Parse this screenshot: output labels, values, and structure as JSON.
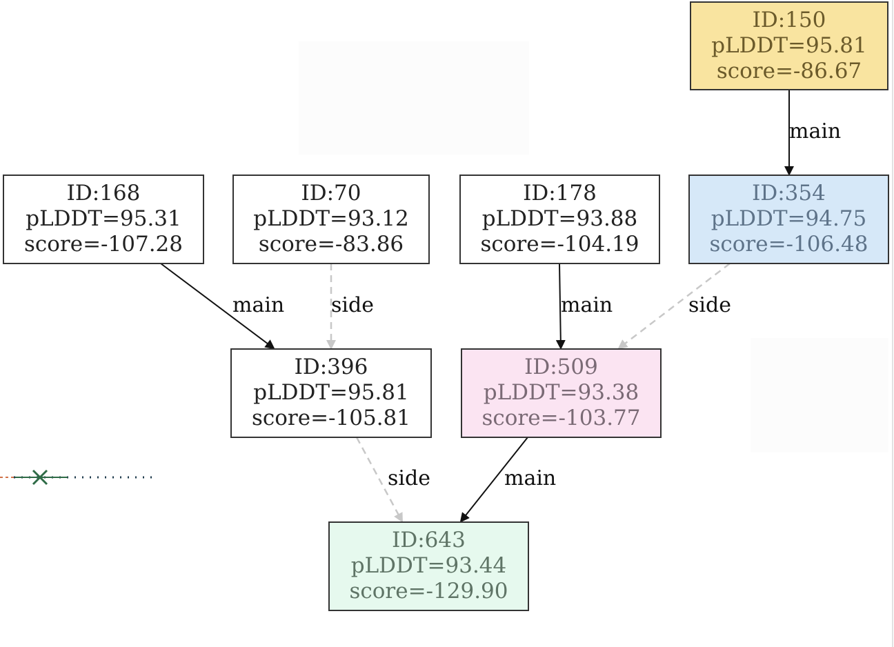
{
  "colors": {
    "default_fill": "#ffffff",
    "default_stroke": "#333333",
    "main_edge": "#111111",
    "side_edge": "#c8c8c8",
    "legend_line": "#1f3b4d",
    "legend_cross": "#2e6b46",
    "legend_dash": "#d0734a"
  },
  "nodes": [
    {
      "key": "n150",
      "id_label": "ID:150",
      "plddt_label": "pLDDT=95.81",
      "score_label": "score=-86.67",
      "fill": "#f9e4a0",
      "text_color": "#6b5a2a"
    },
    {
      "key": "n168",
      "id_label": "ID:168",
      "plddt_label": "pLDDT=95.31",
      "score_label": "score=-107.28",
      "fill": "#ffffff",
      "text_color": "#222222"
    },
    {
      "key": "n70",
      "id_label": "ID:70",
      "plddt_label": "pLDDT=93.12",
      "score_label": "score=-83.86",
      "fill": "#ffffff",
      "text_color": "#222222"
    },
    {
      "key": "n178",
      "id_label": "ID:178",
      "plddt_label": "pLDDT=93.88",
      "score_label": "score=-104.19",
      "fill": "#ffffff",
      "text_color": "#222222"
    },
    {
      "key": "n354",
      "id_label": "ID:354",
      "plddt_label": "pLDDT=94.75",
      "score_label": "score=-106.48",
      "fill": "#d6e8f8",
      "text_color": "#5e7389"
    },
    {
      "key": "n396",
      "id_label": "ID:396",
      "plddt_label": "pLDDT=95.81",
      "score_label": "score=-105.81",
      "fill": "#ffffff",
      "text_color": "#222222"
    },
    {
      "key": "n509",
      "id_label": "ID:509",
      "plddt_label": "pLDDT=93.38",
      "score_label": "score=-103.77",
      "fill": "#fbe4f2",
      "text_color": "#7a6a75"
    },
    {
      "key": "n643",
      "id_label": "ID:643",
      "plddt_label": "pLDDT=93.44",
      "score_label": "score=-129.90",
      "fill": "#e6f9ee",
      "text_color": "#5f7466"
    }
  ],
  "edges": [
    {
      "from": "n150",
      "to": "n354",
      "kind": "main",
      "label": "main"
    },
    {
      "from": "n168",
      "to": "n396",
      "kind": "main",
      "label": "main"
    },
    {
      "from": "n70",
      "to": "n396",
      "kind": "side",
      "label": "side"
    },
    {
      "from": "n178",
      "to": "n509",
      "kind": "main",
      "label": "main"
    },
    {
      "from": "n354",
      "to": "n509",
      "kind": "side",
      "label": "side"
    },
    {
      "from": "n396",
      "to": "n643",
      "kind": "side",
      "label": "side"
    },
    {
      "from": "n509",
      "to": "n643",
      "kind": "main",
      "label": "main"
    }
  ]
}
